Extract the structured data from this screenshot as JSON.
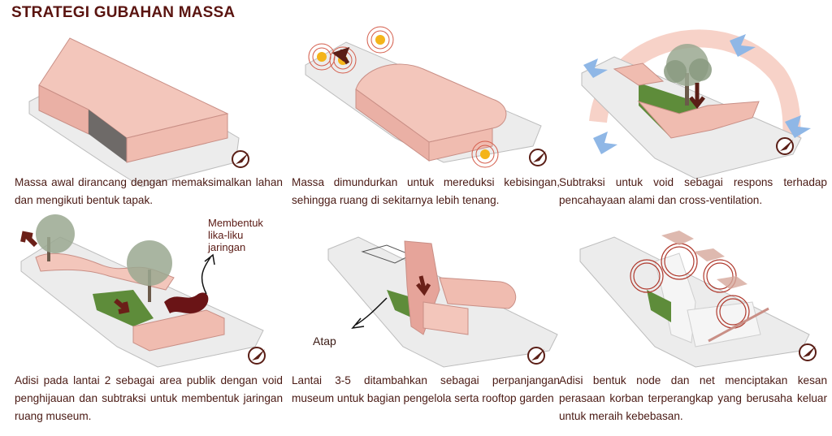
{
  "title": "STRATEGI GUBAHAN MASSA",
  "colors": {
    "title": "#5a1410",
    "mass": "#f0bcb0",
    "mass_side": "#e6a49a",
    "mass_dark": "#6e6a68",
    "site": "#ececec",
    "site_edge": "#bdbdbd",
    "green": "#5e8c3a",
    "arrow": "#5a1e16",
    "wind": "#8fb7e6",
    "sun": "#f4b41a"
  },
  "panels": [
    {
      "caption": "Massa awal dirancang dengan memaksimalkan lahan dan mengikuti bentuk tapak."
    },
    {
      "caption": "Massa dimundurkan untuk mereduksi kebisingan, sehingga ruang di sekitarnya lebih tenang."
    },
    {
      "caption": "Subtraksi untuk void sebagai respons terhadap pencahayaan alami dan cross-ventilation."
    },
    {
      "caption": "Adisi pada lantai 2 sebagai area publik dengan void penghijauan dan subtraksi untuk membentuk jaringan ruang museum.",
      "note": "Membentuk\nlika-liku\njaringan"
    },
    {
      "caption": "Lantai 3-5 ditambahkan sebagai perpanjangan museum untuk bagian pengelola serta rooftop garden",
      "note": "Atap"
    },
    {
      "caption": "Adisi bentuk node dan net menciptakan kesan perasaan korban terperangkap yang berusaha keluar untuk meraih kebebasan."
    }
  ]
}
